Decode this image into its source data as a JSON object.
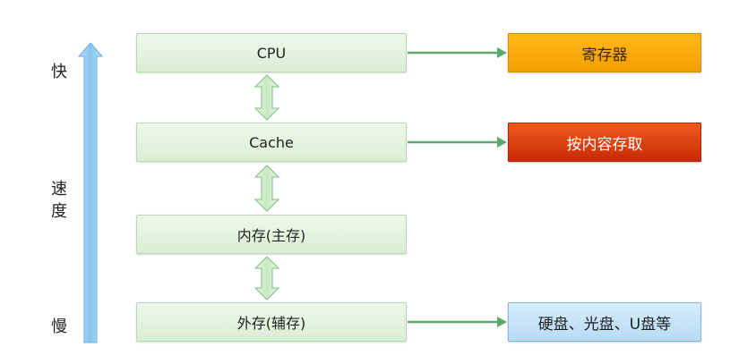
{
  "speed": {
    "fast": "快",
    "speed_word_1": "速",
    "speed_word_2": "度",
    "slow": "慢"
  },
  "memory_levels": [
    "CPU",
    "Cache",
    "内存(主存)",
    "外存(辅存)"
  ],
  "right_boxes": {
    "registers": "寄存器",
    "content_addressable": "按内容存取",
    "storage_devices": "硬盘、光盘、U盘等"
  },
  "colors": {
    "green_box": "#d9eed3",
    "arrow_green": "#5aa86e",
    "register_orange": "#f5a300",
    "cam_red": "#e0411a",
    "storage_blue": "#c6e4f8",
    "speed_arrow_blue": "#8cc8f0"
  }
}
